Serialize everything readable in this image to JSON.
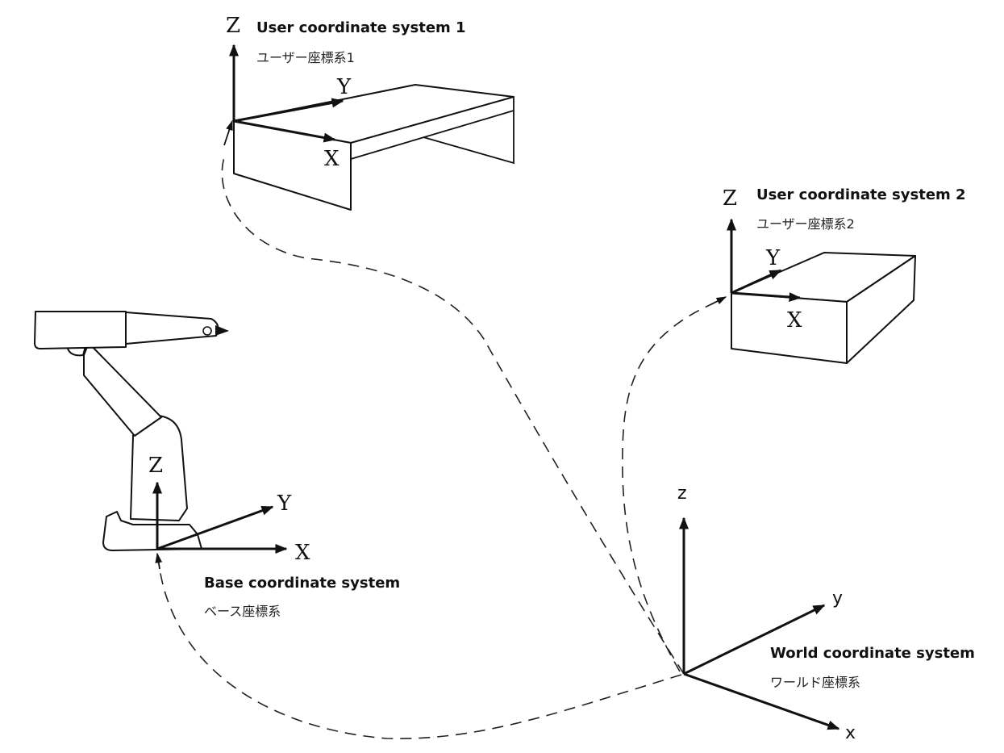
{
  "diagram": {
    "type": "coordinate-systems-illustration",
    "colors": {
      "stroke": "#111111",
      "background": "#ffffff",
      "text": "#111111"
    },
    "user1": {
      "title": "User coordinate system 1",
      "subtitle": "ユーザー座標系1",
      "axes": {
        "z": "Z",
        "y": "Y",
        "x": "X"
      }
    },
    "user2": {
      "title": "User coordinate system 2",
      "subtitle": "ユーザー座標系2",
      "axes": {
        "z": "Z",
        "y": "Y",
        "x": "X"
      }
    },
    "base": {
      "title": "Base coordinate system",
      "subtitle": "ベース座標系",
      "axes": {
        "z": "Z",
        "y": "Y",
        "x": "X"
      }
    },
    "world": {
      "title": "World coordinate system",
      "subtitle": "ワールド座標系",
      "axes": {
        "z": "z",
        "y": "y",
        "x": "x"
      }
    },
    "paths": [
      {
        "from": "world",
        "to": "user1",
        "style": "dashed-arrow"
      },
      {
        "from": "world",
        "to": "user2",
        "style": "dashed-arrow"
      },
      {
        "from": "world",
        "to": "base",
        "style": "dashed-arrow"
      }
    ]
  }
}
